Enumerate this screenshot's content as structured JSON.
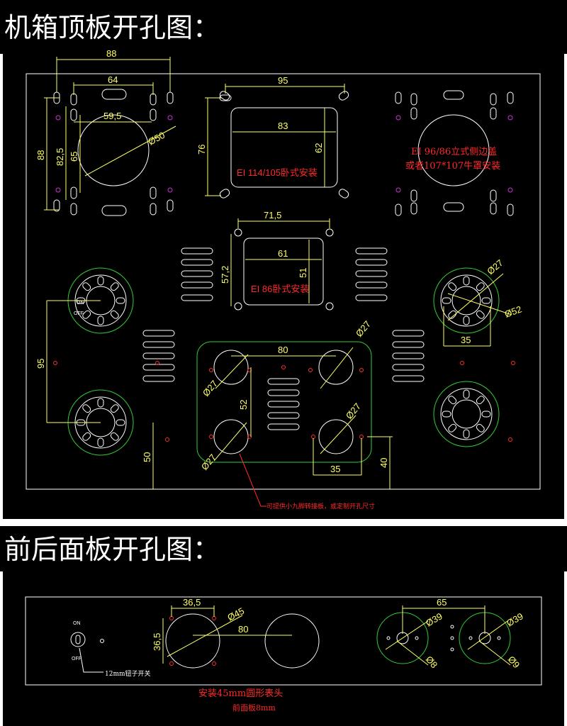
{
  "sections": {
    "top": {
      "title": "机箱顶板开孔图："
    },
    "front": {
      "title": "前后面板开孔图："
    }
  },
  "colors": {
    "background": "#000000",
    "outline": "#ffffff",
    "dimension": "#ffff66",
    "annotation": "#ff2a2a",
    "tube_socket": "#33cc33",
    "mount_hole": "#cc33cc"
  },
  "top_panel": {
    "dims": {
      "d88h": "88",
      "d64": "64",
      "d59_5": "59,5",
      "d88v": "88",
      "d82_5": "82,5",
      "d65v": "65",
      "phi50": "Ø50",
      "d95": "95",
      "d83": "83",
      "d76": "76",
      "d62": "62",
      "d71_5": "71,5",
      "d61": "61",
      "d57_2": "57,2",
      "d51": "51",
      "d95v": "95",
      "d50v": "50",
      "d80": "80",
      "d52": "52",
      "d35mid": "35",
      "d40": "40",
      "d35right": "35",
      "phi27": "Ø27",
      "phi52": "Ø52"
    },
    "labels": {
      "ei114": "EI 114/105卧式安装",
      "ei86": "EI 86卧式安装",
      "ei96_line1": "EI 96/86立式侧边盖",
      "ei96_line2": "或者107*107牛罩安装",
      "adapter_note": "可提供小九脚转接板，或定制开孔尺寸",
      "switch_on": "ON",
      "switch_off": "OFF"
    }
  },
  "front_panel": {
    "dims": {
      "d36_5h": "36,5",
      "d36_5v": "36,5",
      "phi45": "Ø45",
      "d80": "80",
      "d65": "65",
      "phi39": "Ø39",
      "phi8": "Ø8",
      "phi9": "Ø9"
    },
    "labels": {
      "switch_on": "ON",
      "switch_off": "OFF",
      "switch_note": "12mm钮子开关",
      "meter_note": "安装45mm圆形表头",
      "thickness_note": "前面板8mm"
    }
  }
}
